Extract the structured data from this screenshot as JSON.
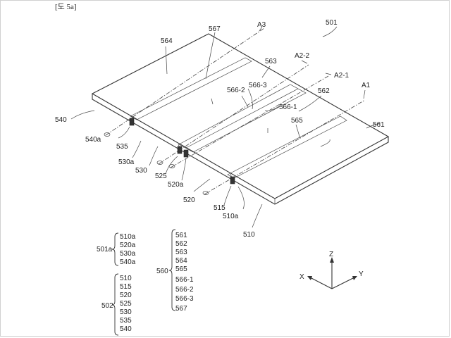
{
  "caption": "[도 5a]",
  "device_label": "501",
  "axis_labels": {
    "a1": "A1",
    "a2_1": "A2-1",
    "a2_2": "A2-2",
    "a3": "A3"
  },
  "panel_labels": {
    "p561": "561",
    "p562": "562",
    "p563": "563",
    "p564": "564",
    "p565": "565",
    "p566_1": "566-1",
    "p566_2": "566-2",
    "p566_3": "566-3",
    "p567": "567"
  },
  "housing_labels": {
    "h510": "510",
    "h510a": "510a",
    "h515": "515",
    "h520": "520",
    "h520a": "520a",
    "h525": "525",
    "h530": "530",
    "h530a": "530a",
    "h535": "535",
    "h540": "540",
    "h540a": "540a"
  },
  "legend": {
    "group_501a": {
      "label": "501a",
      "items": [
        "510a",
        "520a",
        "530a",
        "540a"
      ]
    },
    "group_502": {
      "label": "502",
      "items": [
        "510",
        "515",
        "520",
        "525",
        "530",
        "535",
        "540"
      ]
    },
    "group_560": {
      "label": "560",
      "items": [
        "561",
        "562",
        "563",
        "564",
        "565",
        "566-1",
        "566-2",
        "566-3",
        "567"
      ]
    }
  },
  "coord_axes": {
    "z": "Z",
    "x": "X",
    "y": "Y"
  }
}
